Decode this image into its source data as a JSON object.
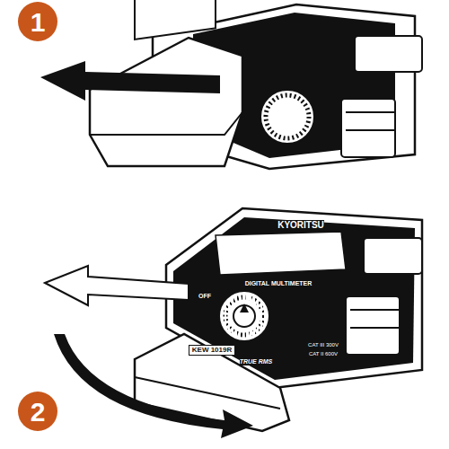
{
  "diagram": {
    "labels": [
      "1",
      "2",
      "KYORITSU",
      "DIGITAL MULTIMETER",
      "OFF",
      "KEW 1019R",
      "TRUE RMS",
      "CAT III 300V",
      "CAT II 600V"
    ]
  }
}
